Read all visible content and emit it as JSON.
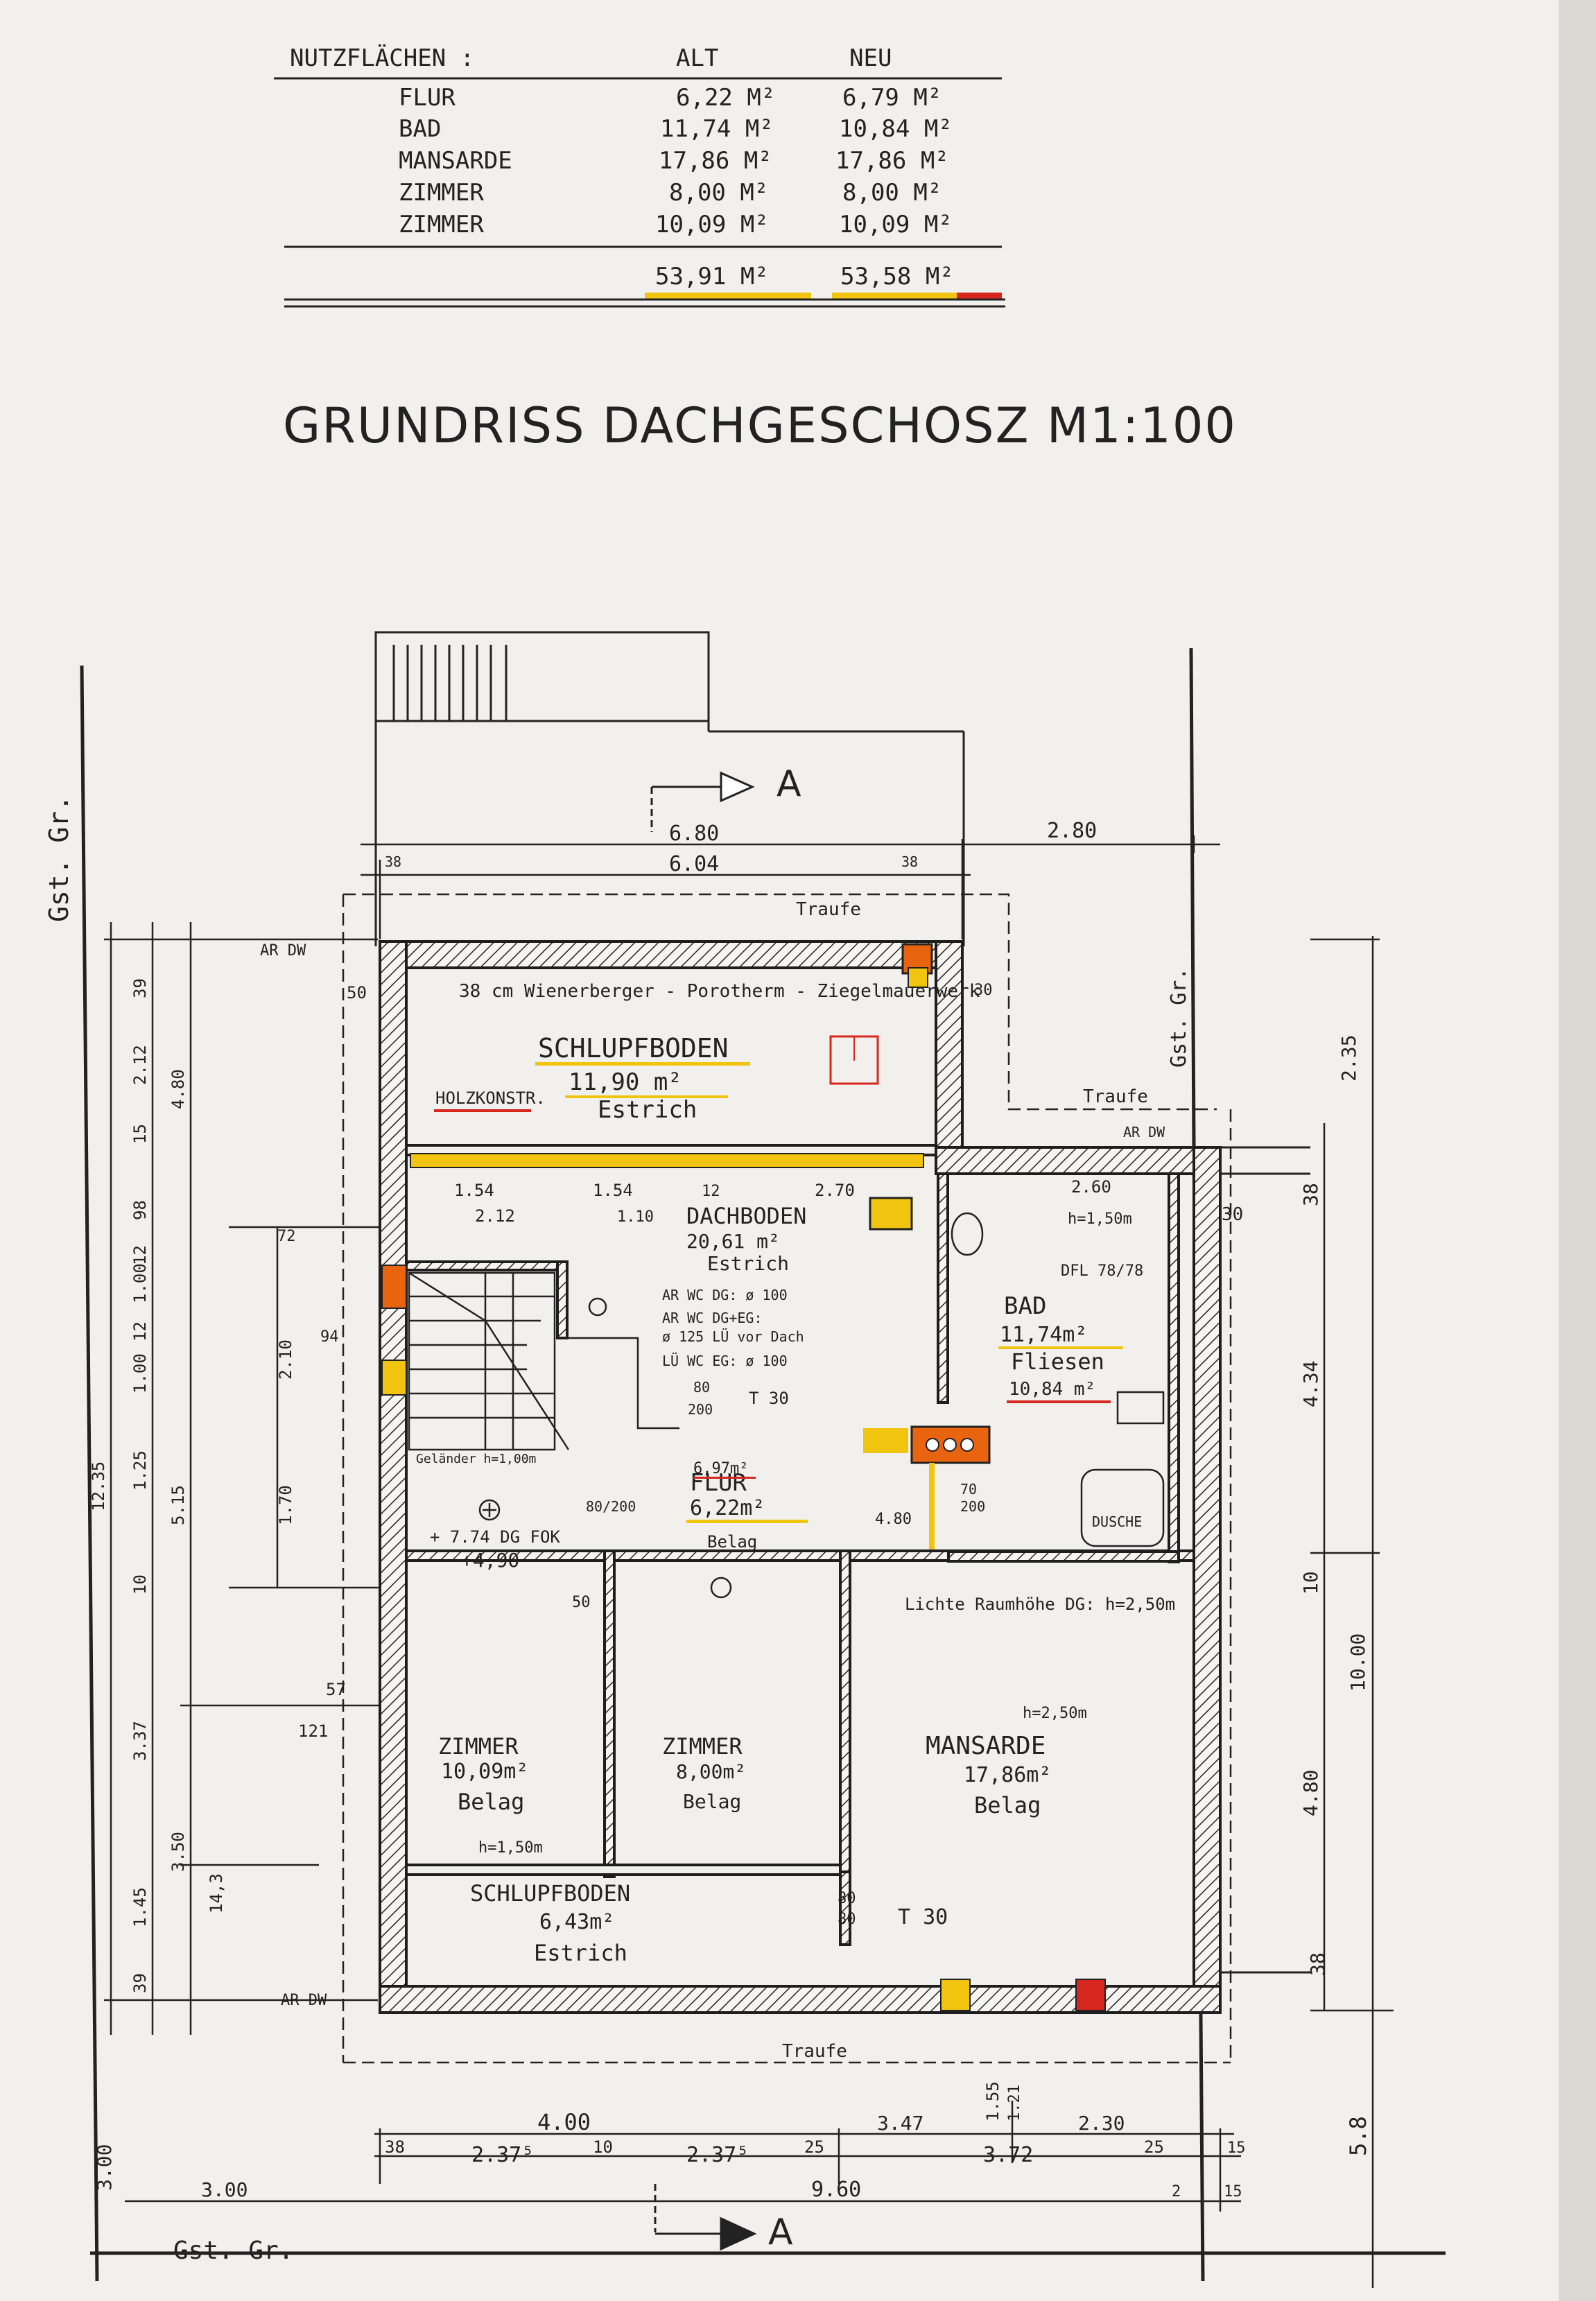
{
  "schedule": {
    "header": {
      "title": "NUTZFLÄCHEN :",
      "col_alt": "ALT",
      "col_neu": "NEU"
    },
    "rows": [
      {
        "name": "FLUR",
        "alt": "6,22 M²",
        "neu": "6,79 M²"
      },
      {
        "name": "BAD",
        "alt": "11,74 M²",
        "neu": "10,84 M²"
      },
      {
        "name": "MANSARDE",
        "alt": "17,86 M²",
        "neu": "17,86 M²"
      },
      {
        "name": "ZIMMER",
        "alt": "8,00 M²",
        "neu": "8,00 M²"
      },
      {
        "name": "ZIMMER",
        "alt": "10,09 M²",
        "neu": "10,09 M²"
      }
    ],
    "total_alt": "53,91 M²",
    "total_neu": "53,58 M²"
  },
  "drawing_title": "GRUNDRISS DACHGESCHOSZ M1:100",
  "section_marker": "A",
  "boundary_label": "Gst. Gr.",
  "traufe_label": "Traufe",
  "ar_dw_label": "AR DW",
  "rooms": {
    "schlupfboden_top": {
      "name": "SCHLUPFBODEN",
      "area": "11,90 m²",
      "finish": "Estrich"
    },
    "wall_note": "38 cm Wienerberger - Porotherm - Ziegelmauerwerk",
    "holzkonstr": "HOLZKONSTR.",
    "dachboden": {
      "name": "DACHBODEN",
      "area": "20,61 m²",
      "finish": "Estrich"
    },
    "bad": {
      "name": "BAD",
      "area": "11,74m²",
      "finish": "Fliesen",
      "new_area": "10,84 m²",
      "dfl": "DFL 78/78",
      "height": "h=1,50m",
      "dusche": "DUSCHE"
    },
    "flur": {
      "name": "FLUR",
      "area": "6,22m²",
      "new_area": "6,97m²",
      "finish": "Belag"
    },
    "zimmer_left": {
      "name": "ZIMMER",
      "area": "10,09m²",
      "finish": "Belag",
      "height": "h=1,50m"
    },
    "zimmer_mid": {
      "name": "ZIMMER",
      "area": "8,00m²",
      "finish": "Belag"
    },
    "mansarde": {
      "name": "MANSARDE",
      "area": "17,86m²",
      "finish": "Belag",
      "height": "h=2,50m"
    },
    "schlupfboden_bottom": {
      "name": "SCHLUPFBODEN",
      "area": "6,43m²",
      "finish": "Estrich"
    },
    "lichte": "Lichte Raumhöhe DG: h=2,50m",
    "t30": "T 30",
    "dg_fok": "+ 7.74 DG FOK",
    "level_490": "+4,90",
    "gelaender": "Geländer h=1,00m",
    "wc_notes": [
      "AR WC DG: ø 100",
      "AR WC DG+EG:",
      "ø 125 LÜ vor Dach",
      "LÜ WC EG: ø 100"
    ]
  },
  "dims": {
    "top_680": "6.80",
    "top_604": "6.04",
    "top_280": "2.80",
    "top_38a": "38",
    "top_38b": "38",
    "left_chain": [
      "39",
      "2.12",
      "15",
      "98",
      "12",
      "1.00",
      "12",
      "1.00",
      "1.25",
      "10",
      "3.37",
      "3.50",
      "1.45",
      "39"
    ],
    "left_totals": [
      "4.80",
      "12.35",
      "5.15",
      "2.10",
      "1.70",
      "14,3"
    ],
    "right_chain": [
      "2.35",
      "38",
      "4.34",
      "10",
      "4.80",
      "10.00",
      "38"
    ],
    "row1": [
      "4.00",
      "3.47",
      "1.55",
      "1.21",
      "2.30"
    ],
    "row2": [
      "38",
      "2.37⁵",
      "10",
      "2.37⁵",
      "25",
      "3.72",
      "25",
      "15"
    ],
    "row3": [
      "3.00",
      "9.60",
      "2",
      "15"
    ],
    "bottom_left": "3.00",
    "bottom_right": "5.8",
    "inner": [
      "1.54",
      "1.54",
      "12",
      "2.70",
      "2.12",
      "1.10",
      "2.60",
      "80/200",
      "80",
      "200",
      "200",
      "70",
      "4.80",
      "30",
      "121",
      "57",
      "50",
      "50",
      "30",
      "94",
      "72",
      "80",
      "80"
    ]
  },
  "colors": {
    "yellow": "#f1c40f",
    "red": "#d7261e",
    "orange": "#e8640f",
    "ink": "#1e1e1e"
  }
}
